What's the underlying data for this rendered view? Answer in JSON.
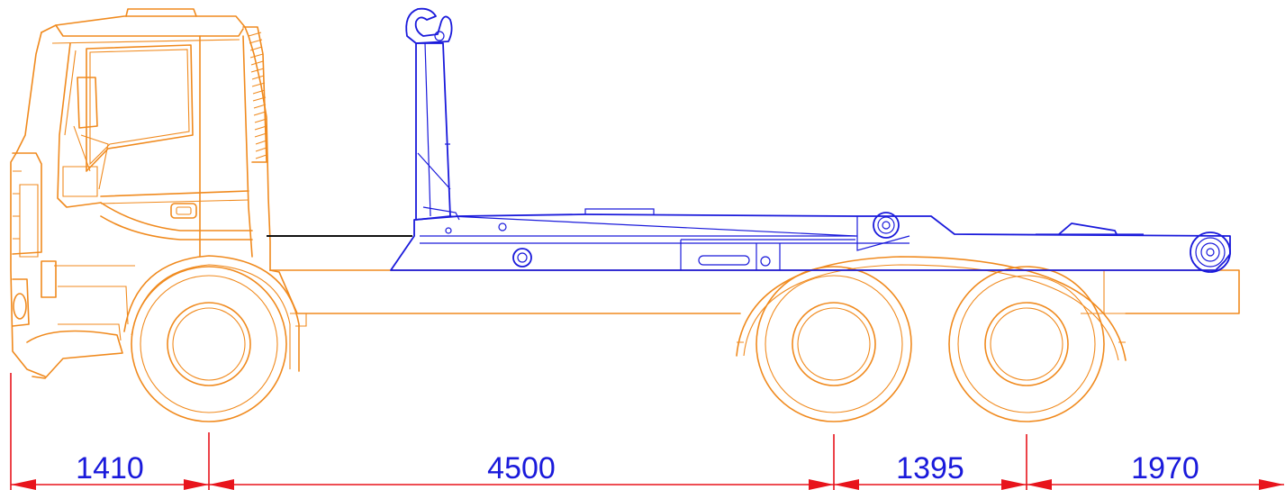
{
  "colors": {
    "truck": "#f08a1e",
    "hooklift": "#1a1adb",
    "dimension_lines": "#e8141c",
    "dimension_text": "#1a1adb",
    "background": "#ffffff"
  },
  "dimensions": [
    {
      "label": "1410"
    },
    {
      "label": "4500"
    },
    {
      "label": "1395"
    },
    {
      "label": "1970"
    }
  ]
}
